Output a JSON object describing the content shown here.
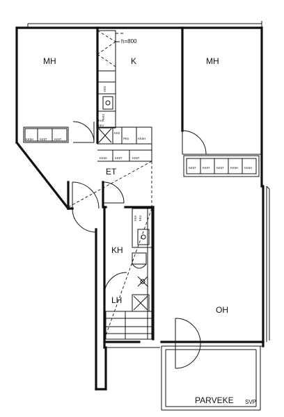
{
  "rooms": {
    "mh_left": "MH",
    "kitchen": "K",
    "mh_right": "MH",
    "entry": "ET",
    "bathroom": "KH",
    "laundry": "LH",
    "living": "OH",
    "balcony": "PARVEKE"
  },
  "notes": {
    "height": "h=800",
    "mark": "SVP"
  },
  "cabinets": {
    "mh_left": [
      "KK5H",
      "KK5T",
      "KK5T"
    ],
    "kitchen_vertical": [
      "KK5",
      "KK4",
      "KUK",
      "KK4"
    ],
    "kitchen_row": [
      "KK5S",
      "KK6T",
      "KK6T"
    ],
    "kitchen_row_upper": [
      "KK6",
      "PK6",
      "KK6H"
    ],
    "mh_right": [
      "KK5T",
      "KK5T",
      "KK5T",
      "KK5H",
      "KK5H"
    ],
    "bathroom_vertical": [
      "KK5",
      "KK4"
    ]
  },
  "colors": {
    "ink": "#111111",
    "background": "#ffffff"
  }
}
